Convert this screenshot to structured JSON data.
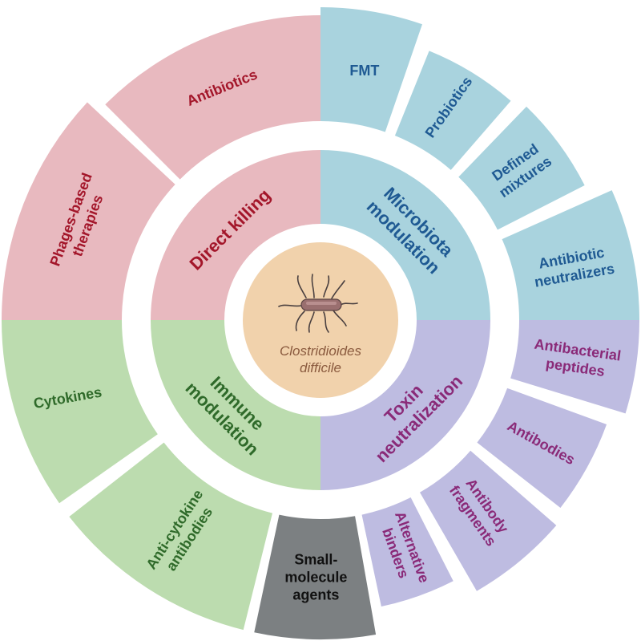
{
  "center": {
    "label_line1": "Clostridioides",
    "label_line2": "difficile"
  },
  "colors": {
    "direct_killing": {
      "fill": "#e8b9bf",
      "text": "#a3162a"
    },
    "microbiota_modulation": {
      "fill": "#a9d3de",
      "text": "#1f5a93"
    },
    "toxin_neutralization": {
      "fill": "#bebce1",
      "text": "#8a2a78"
    },
    "immune_modulation": {
      "fill": "#bcdcaf",
      "text": "#2f6a2a"
    },
    "small_molecule": {
      "fill": "#7c8082",
      "text": "#111111"
    },
    "center_fill": "#f1d2ac",
    "center_text": "#8a5a3e",
    "bacterium": "#4a4040"
  },
  "categories": [
    {
      "key": "direct_killing",
      "lines": [
        "Direct killing"
      ]
    },
    {
      "key": "microbiota_modulation",
      "lines": [
        "Microbiota",
        "modulation"
      ]
    },
    {
      "key": "toxin_neutralization",
      "lines": [
        "Toxin",
        "neutralization"
      ]
    },
    {
      "key": "immune_modulation",
      "lines": [
        "Immune",
        "modulation"
      ]
    }
  ],
  "segments": [
    {
      "key": "antibiotics",
      "group": "direct_killing",
      "lines": [
        "Antibiotics"
      ]
    },
    {
      "key": "phages",
      "group": "direct_killing",
      "lines": [
        "Phages-based",
        "therapies"
      ]
    },
    {
      "key": "fmt",
      "group": "microbiota_modulation",
      "lines": [
        "FMT"
      ]
    },
    {
      "key": "probiotics",
      "group": "microbiota_modulation",
      "lines": [
        "Probiotics"
      ]
    },
    {
      "key": "defined_mixtures",
      "group": "microbiota_modulation",
      "lines": [
        "Defined",
        "mixtures"
      ]
    },
    {
      "key": "antibiotic_neutralizers",
      "group": "microbiota_modulation",
      "lines": [
        "Antibiotic",
        "neutralizers"
      ]
    },
    {
      "key": "antibacterial_peptides",
      "group": "toxin_neutralization",
      "lines": [
        "Antibacterial",
        "peptides"
      ]
    },
    {
      "key": "antibodies",
      "group": "toxin_neutralization",
      "lines": [
        "Antibodies"
      ]
    },
    {
      "key": "antibody_fragments",
      "group": "toxin_neutralization",
      "lines": [
        "Antibody",
        "fragments"
      ]
    },
    {
      "key": "alternative_binders",
      "group": "toxin_neutralization",
      "lines": [
        "Alternative",
        "binders"
      ]
    },
    {
      "key": "small_molecule",
      "group": "small_molecule",
      "lines": [
        "Small-",
        "molecule",
        "agents"
      ]
    },
    {
      "key": "anti_cytokine",
      "group": "immune_modulation",
      "lines": [
        "Anti-cytokine",
        "antibodies"
      ]
    },
    {
      "key": "cytokines",
      "group": "immune_modulation",
      "lines": [
        "Cytokines"
      ]
    }
  ]
}
